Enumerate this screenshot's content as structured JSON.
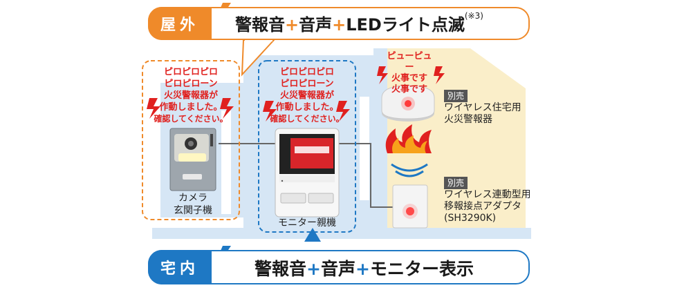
{
  "outdoor": {
    "tag": "屋外",
    "text_a": "警報音",
    "plus": "+",
    "text_b": "音声",
    "text_c": "LEDライト点滅",
    "note": "(※3)"
  },
  "indoor": {
    "tag": "宅内",
    "text_a": "警報音",
    "plus": "+",
    "text_b": "音声",
    "text_c": "モニター表示"
  },
  "camera_message": [
    "ピロピロピロ",
    "ピロピローン",
    "火災警報器が",
    "作動しました。",
    "確認してください。"
  ],
  "monitor_message": [
    "ピロピロピロ",
    "ピロピローン",
    "火災警報器が",
    "作動しました。",
    "確認してください。"
  ],
  "camera_label": [
    "カメラ",
    "玄関子機"
  ],
  "monitor_label": "モニター親機",
  "alarm_voice": [
    "ピューピュー",
    "火事です",
    "火事です"
  ],
  "detector": {
    "badge": "別売",
    "lines": [
      "ワイヤレス住宅用",
      "火災警報器"
    ]
  },
  "adapter": {
    "badge": "別売",
    "lines": [
      "ワイヤレス連動型用",
      "移報接点アダプタ",
      "(SH3290K)"
    ]
  },
  "colors": {
    "outdoor": "#ef8a2a",
    "indoor": "#1e78c4",
    "alert": "#e0211f",
    "house_wall": "#d6e6f5",
    "house_room": "#faeec9"
  }
}
